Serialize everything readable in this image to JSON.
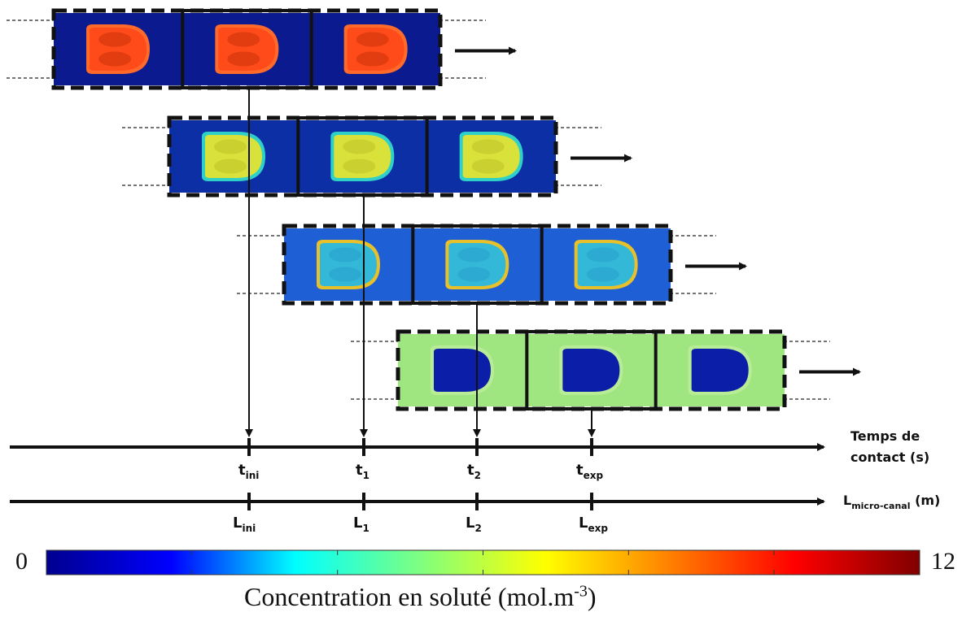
{
  "axes": {
    "time": {
      "label_line1": "Temps de",
      "label_line2": "contact (s)",
      "ticks": [
        {
          "base": "t",
          "sub": "ini"
        },
        {
          "base": "t",
          "sub": "1"
        },
        {
          "base": "t",
          "sub": "2"
        },
        {
          "base": "t",
          "sub": "exp"
        }
      ]
    },
    "length": {
      "label_base": "L",
      "label_sub": "micro-canal",
      "label_unit": "(m)",
      "ticks": [
        {
          "base": "L",
          "sub": "ini"
        },
        {
          "base": "L",
          "sub": "1"
        },
        {
          "base": "L",
          "sub": "2"
        },
        {
          "base": "L",
          "sub": "exp"
        }
      ]
    }
  },
  "colorbar": {
    "min_label": "0",
    "max_label": "12",
    "title_main": "Concentration en soluté (mol.m",
    "title_exp": "-3",
    "title_end": ")",
    "colors": [
      "#00008f",
      "#0000ff",
      "#00ffff",
      "#7fff7f",
      "#ffff00",
      "#ff8000",
      "#ff0000",
      "#800000"
    ]
  },
  "stages": [
    {
      "name": "stage-ini",
      "channel_color": "#0b1a8f",
      "slug_outer": "#ff4a1a",
      "slug_inner": "#d93a0e",
      "slug_rim": "#ff6a2a"
    },
    {
      "name": "stage-1",
      "channel_color": "#0c2fa6",
      "slug_outer": "#d8e23a",
      "slug_inner": "#c7cc2e",
      "slug_rim": "#2fd0c8"
    },
    {
      "name": "stage-2",
      "channel_color": "#1e5fd6",
      "slug_outer": "#33b8d8",
      "slug_inner": "#2aa6cf",
      "slug_rim": "#e8c02a"
    },
    {
      "name": "stage-exp",
      "channel_color": "#9fe680",
      "slug_outer": "#0a1ea8",
      "slug_inner": "#0a1ea8",
      "slug_rim": "#b8ec96"
    }
  ]
}
